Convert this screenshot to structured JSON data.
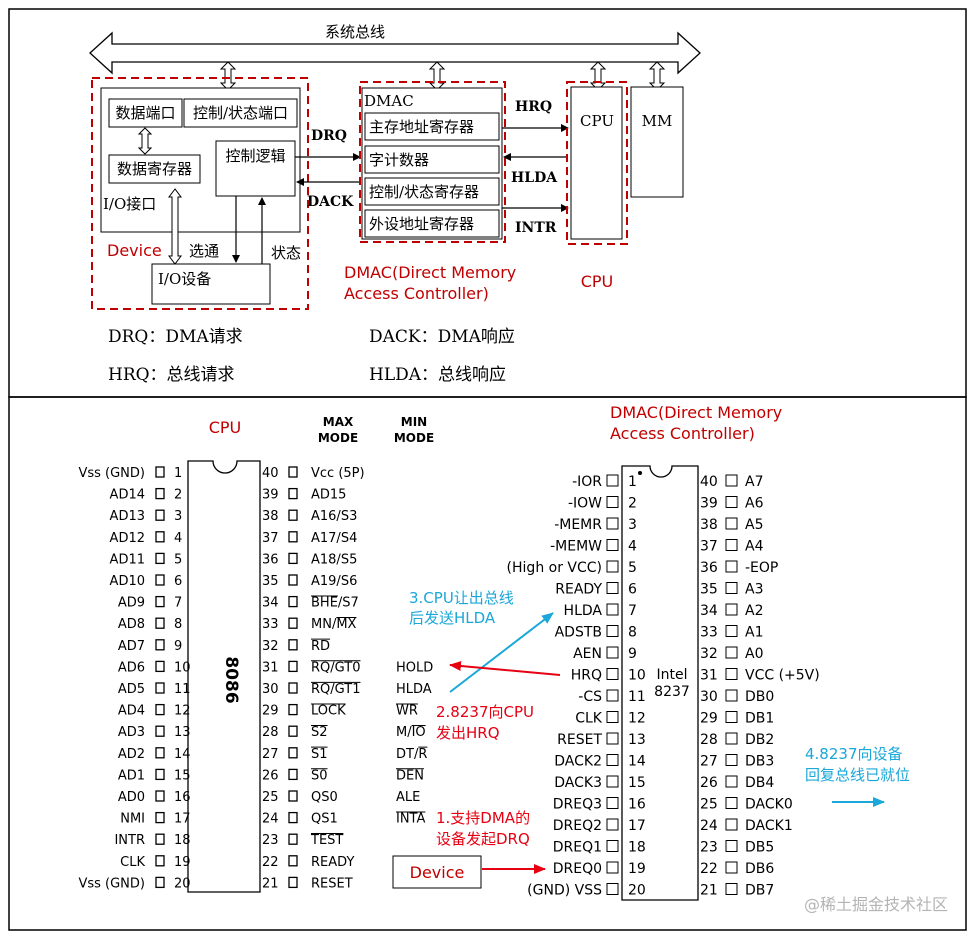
{
  "colors": {
    "line": "#000000",
    "red": "#c00000",
    "red_arrow": "#e60012",
    "blue": "#1aa7d9",
    "watermark": "#b4b4b4"
  },
  "top": {
    "system_bus": "系统总线",
    "device": {
      "data_port": "数据端口",
      "ctrl_status_port": "控制/状态端口",
      "data_register": "数据寄存器",
      "control_logic": "控制逻辑",
      "io_interface": "I/O接口",
      "label": "Device",
      "select": "选通",
      "status": "状态",
      "io_device": "I/O设备"
    },
    "dmac": {
      "title": "DMAC",
      "main_addr_reg": "主存地址寄存器",
      "word_counter": "字计数器",
      "ctrl_status_reg": "控制/状态寄存器",
      "peripheral_addr_reg": "外设地址寄存器",
      "caption_line1": "DMAC(Direct Memory",
      "caption_line2": "Access Controller)"
    },
    "signals": {
      "drq": "DRQ",
      "dack": "DACK",
      "hrq": "HRQ",
      "hlda": "HLDA",
      "intr": "INTR"
    },
    "cpu": "CPU",
    "cpu_caption": "CPU",
    "mm": "MM",
    "legend": {
      "drq": "DRQ：DMA请求",
      "dack": "DACK：DMA响应",
      "hrq": "HRQ：总线请求",
      "hlda": "HLDA：总线响应"
    }
  },
  "bottom": {
    "cpu_title": "CPU",
    "max_mode_1": "MAX",
    "max_mode_2": "MODE",
    "min_mode_1": "MIN",
    "min_mode_2": "MODE",
    "chip_8086": "8086",
    "pins_8086_left": [
      {
        "name": "Vss (GND)",
        "num": "1"
      },
      {
        "name": "AD14",
        "num": "2"
      },
      {
        "name": "AD13",
        "num": "3"
      },
      {
        "name": "AD12",
        "num": "4"
      },
      {
        "name": "AD11",
        "num": "5"
      },
      {
        "name": "AD10",
        "num": "6"
      },
      {
        "name": "AD9",
        "num": "7"
      },
      {
        "name": "AD8",
        "num": "8"
      },
      {
        "name": "AD7",
        "num": "9"
      },
      {
        "name": "AD6",
        "num": "10"
      },
      {
        "name": "AD5",
        "num": "11"
      },
      {
        "name": "AD4",
        "num": "12"
      },
      {
        "name": "AD3",
        "num": "13"
      },
      {
        "name": "AD2",
        "num": "14"
      },
      {
        "name": "AD1",
        "num": "15"
      },
      {
        "name": "AD0",
        "num": "16"
      },
      {
        "name": "NMI",
        "num": "17"
      },
      {
        "name": "INTR",
        "num": "18"
      },
      {
        "name": "CLK",
        "num": "19"
      },
      {
        "name": "Vss (GND)",
        "num": "20"
      }
    ],
    "pins_8086_right": [
      {
        "num": "40",
        "name": "Vcc (5P)",
        "min": ""
      },
      {
        "num": "39",
        "name": "AD15",
        "min": ""
      },
      {
        "num": "38",
        "name": "A16/S3",
        "min": ""
      },
      {
        "num": "37",
        "name": "A17/S4",
        "min": ""
      },
      {
        "num": "36",
        "name": "A18/S5",
        "min": ""
      },
      {
        "num": "35",
        "name": "A19/S6",
        "min": ""
      },
      {
        "num": "34",
        "name": "BHE/S7",
        "min": ""
      },
      {
        "num": "33",
        "name": "MN/MX",
        "min": ""
      },
      {
        "num": "32",
        "name": "RD",
        "min": ""
      },
      {
        "num": "31",
        "name": "RQ/GT0",
        "min": "HOLD"
      },
      {
        "num": "30",
        "name": "RQ/GT1",
        "min": "HLDA"
      },
      {
        "num": "29",
        "name": "LOCK",
        "min": "WR"
      },
      {
        "num": "28",
        "name": "S2",
        "min": "M/IO"
      },
      {
        "num": "27",
        "name": "S1",
        "min": "DT/R"
      },
      {
        "num": "26",
        "name": "S0",
        "min": "DEN"
      },
      {
        "num": "25",
        "name": "QS0",
        "min": "ALE"
      },
      {
        "num": "24",
        "name": "QS1",
        "min": "INTA"
      },
      {
        "num": "23",
        "name": "TEST",
        "min": ""
      },
      {
        "num": "22",
        "name": "READY",
        "min": ""
      },
      {
        "num": "21",
        "name": "RESET",
        "min": ""
      }
    ],
    "dmac_title_1": "DMAC(Direct Memory",
    "dmac_title_2": "Access Controller)",
    "chip_8237_1": "Intel",
    "chip_8237_2": "8237",
    "pins_8237_left": [
      {
        "name": "-IOR",
        "num": "1"
      },
      {
        "name": "-IOW",
        "num": "2"
      },
      {
        "name": "-MEMR",
        "num": "3"
      },
      {
        "name": "-MEMW",
        "num": "4"
      },
      {
        "name": "(High or VCC)",
        "num": "5"
      },
      {
        "name": "READY",
        "num": "6"
      },
      {
        "name": "HLDA",
        "num": "7"
      },
      {
        "name": "ADSTB",
        "num": "8"
      },
      {
        "name": "AEN",
        "num": "9"
      },
      {
        "name": "HRQ",
        "num": "10"
      },
      {
        "name": "-CS",
        "num": "11"
      },
      {
        "name": "CLK",
        "num": "12"
      },
      {
        "name": "RESET",
        "num": "13"
      },
      {
        "name": "DACK2",
        "num": "14"
      },
      {
        "name": "DACK3",
        "num": "15"
      },
      {
        "name": "DREQ3",
        "num": "16"
      },
      {
        "name": "DREQ2",
        "num": "17"
      },
      {
        "name": "DREQ1",
        "num": "18"
      },
      {
        "name": "DREQ0",
        "num": "19"
      },
      {
        "name": "(GND) VSS",
        "num": "20"
      }
    ],
    "pins_8237_right": [
      {
        "num": "40",
        "name": "A7"
      },
      {
        "num": "39",
        "name": "A6"
      },
      {
        "num": "38",
        "name": "A5"
      },
      {
        "num": "37",
        "name": "A4"
      },
      {
        "num": "36",
        "name": "-EOP"
      },
      {
        "num": "35",
        "name": "A3"
      },
      {
        "num": "34",
        "name": "A2"
      },
      {
        "num": "33",
        "name": "A1"
      },
      {
        "num": "32",
        "name": "A0"
      },
      {
        "num": "31",
        "name": "VCC (+5V)"
      },
      {
        "num": "30",
        "name": "DB0"
      },
      {
        "num": "29",
        "name": "DB1"
      },
      {
        "num": "28",
        "name": "DB2"
      },
      {
        "num": "27",
        "name": "DB3"
      },
      {
        "num": "26",
        "name": "DB4"
      },
      {
        "num": "25",
        "name": "DACK0"
      },
      {
        "num": "24",
        "name": "DACK1"
      },
      {
        "num": "23",
        "name": "DB5"
      },
      {
        "num": "22",
        "name": "DB6"
      },
      {
        "num": "21",
        "name": "DB7"
      }
    ],
    "annotations": {
      "step3_1": "3.CPU让出总线",
      "step3_2": "后发送HLDA",
      "step2_1": "2.8237向CPU",
      "step2_2": "发出HRQ",
      "step1_1": "1.支持DMA的",
      "step1_2": "设备发起DRQ",
      "step4_1": "4.8237向设备",
      "step4_2": "回复总线已就位",
      "device_box": "Device"
    },
    "watermark": "@稀土掘金技术社区"
  }
}
